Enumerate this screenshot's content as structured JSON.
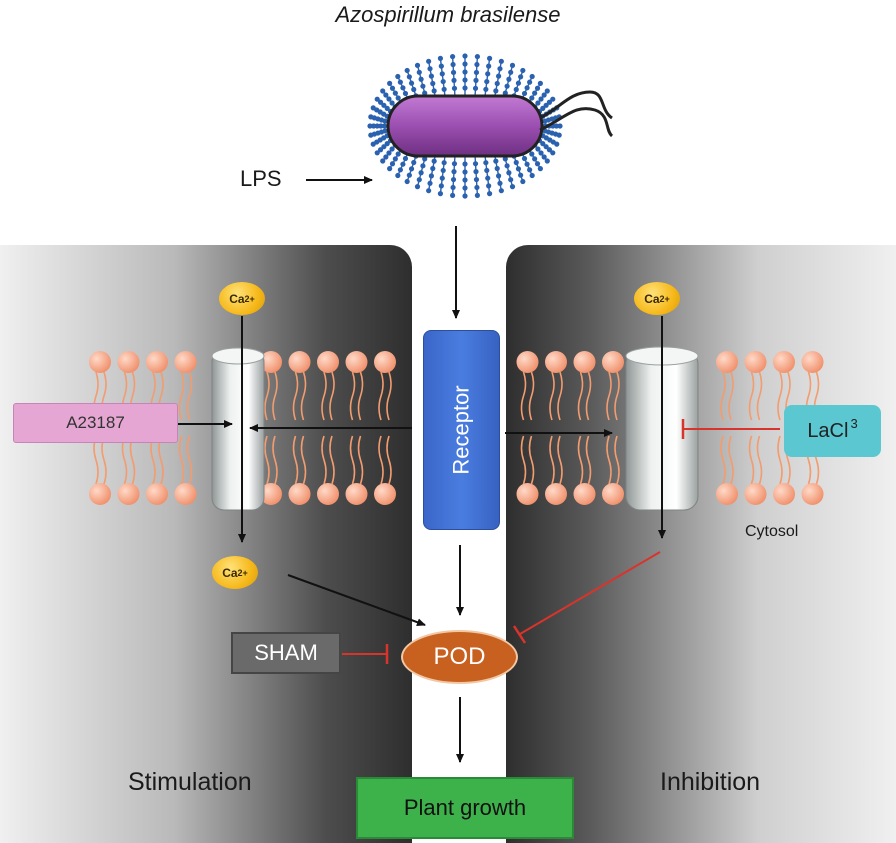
{
  "title": "Azospirillum brasilense",
  "lps_label": "LPS",
  "receptor_label": "Receptor",
  "calcium_label": "Ca",
  "calcium_charge": "2+",
  "a23187_label": "A23187",
  "lacl_label": "LaCl",
  "lacl_superscript": "3",
  "cytosol_label": "Cytosol",
  "sham_label": "SHAM",
  "pod_label": "POD",
  "plant_growth_label": "Plant growth",
  "left_panel_label": "Stimulation",
  "right_panel_label": "Inhibition",
  "colors": {
    "bacterium": "#9b4fb0",
    "lps": "#2b62b0",
    "lipid_head": "#f5a98a",
    "receptor": "#3a66c8",
    "calcium": "#f6b819",
    "a23187_box": "#e6a6d3",
    "lacl_box": "#5bc7d1",
    "sham_box": "#6a6a6a",
    "pod": "#c8611f",
    "plant_growth": "#3db24b",
    "inhibition_line": "#d9342b"
  }
}
